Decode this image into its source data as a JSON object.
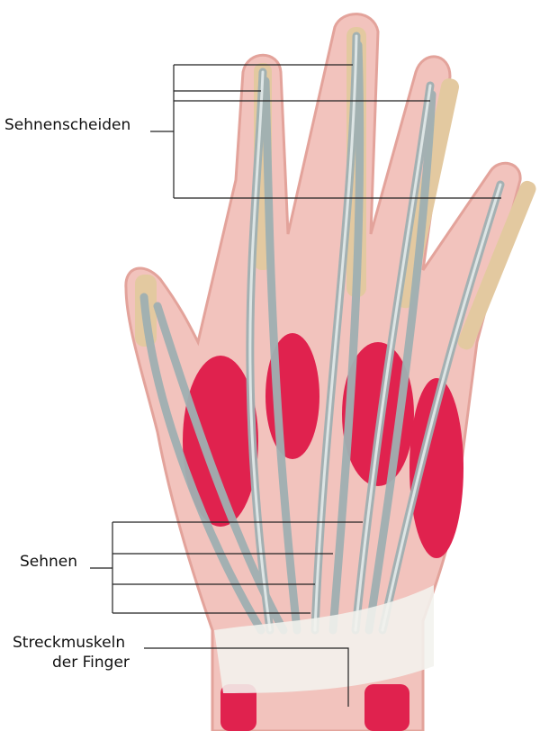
{
  "labels": {
    "tendon_sheaths": "Sehnenscheiden",
    "tendons": "Sehnen",
    "extensor_line1": "Streckmuskeln",
    "extensor_line2": "der Finger"
  },
  "colors": {
    "skin": "#efb9b4",
    "muscle": "#e0224e",
    "tendon": "#9fb0b2",
    "bone": "#e3c9a0",
    "retinaculum": "#f3f3ee"
  }
}
